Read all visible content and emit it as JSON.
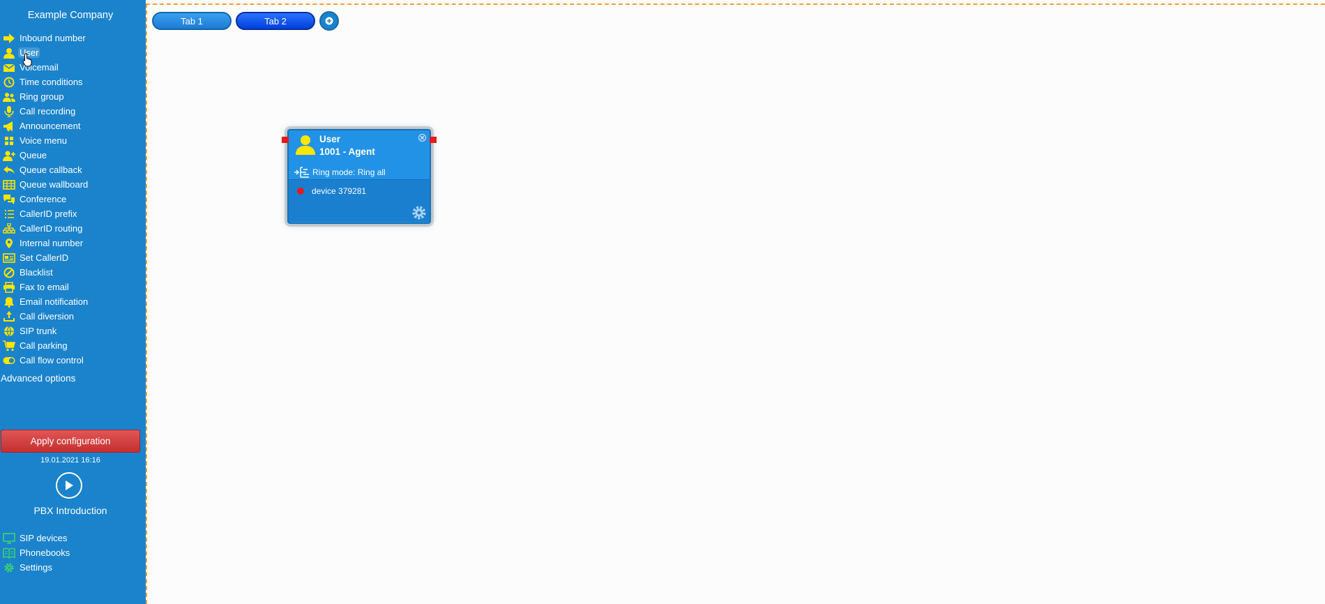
{
  "sidebar": {
    "company": "Example Company",
    "items": [
      {
        "label": "Inbound number",
        "icon": "arrow-right-icon"
      },
      {
        "label": "User",
        "icon": "user-icon"
      },
      {
        "label": "Voicemail",
        "icon": "envelope-icon"
      },
      {
        "label": "Time conditions",
        "icon": "clock-icon"
      },
      {
        "label": "Ring group",
        "icon": "users-icon"
      },
      {
        "label": "Call recording",
        "icon": "microphone-icon"
      },
      {
        "label": "Announcement",
        "icon": "megaphone-icon"
      },
      {
        "label": "Voice menu",
        "icon": "grid-icon"
      },
      {
        "label": "Queue",
        "icon": "user-plus-icon"
      },
      {
        "label": "Queue callback",
        "icon": "reply-icon"
      },
      {
        "label": "Queue wallboard",
        "icon": "table-icon"
      },
      {
        "label": "Conference",
        "icon": "comments-icon"
      },
      {
        "label": "CallerID prefix",
        "icon": "list-icon"
      },
      {
        "label": "CallerID routing",
        "icon": "sitemap-icon"
      },
      {
        "label": "Internal number",
        "icon": "map-pin-icon"
      },
      {
        "label": "Set CallerID",
        "icon": "id-card-icon"
      },
      {
        "label": "Blacklist",
        "icon": "ban-icon"
      },
      {
        "label": "Fax to email",
        "icon": "printer-icon"
      },
      {
        "label": "Email notification",
        "icon": "bell-icon"
      },
      {
        "label": "Call diversion",
        "icon": "upload-icon"
      },
      {
        "label": "SIP trunk",
        "icon": "globe-icon"
      },
      {
        "label": "Call parking",
        "icon": "cart-icon"
      },
      {
        "label": "Call flow control",
        "icon": "toggle-icon"
      }
    ],
    "active_item": "User",
    "advanced": "Advanced options",
    "apply_button": "Apply configuration",
    "apply_date": "19.01.2021 16:16",
    "intro": "PBX Introduction",
    "bottom_items": [
      {
        "label": "SIP devices",
        "icon": "monitor-icon"
      },
      {
        "label": "Phonebooks",
        "icon": "book-icon"
      },
      {
        "label": "Settings",
        "icon": "gear-icon"
      }
    ]
  },
  "tabs": [
    {
      "label": "Tab 1"
    },
    {
      "label": "Tab 2"
    }
  ],
  "node": {
    "title": "User",
    "subtitle": "1001 - Agent",
    "ring_mode": "Ring mode: Ring all",
    "device": "device 379281"
  },
  "colors": {
    "sidebar_bg": "#1a83cc",
    "icon_yellow": "#ffe600",
    "icon_green": "#3ed56b",
    "apply_red": "#d33b3b",
    "canvas_border": "#f0a030",
    "node_bg": "#2292e6",
    "port_red": "#e51a1a"
  }
}
